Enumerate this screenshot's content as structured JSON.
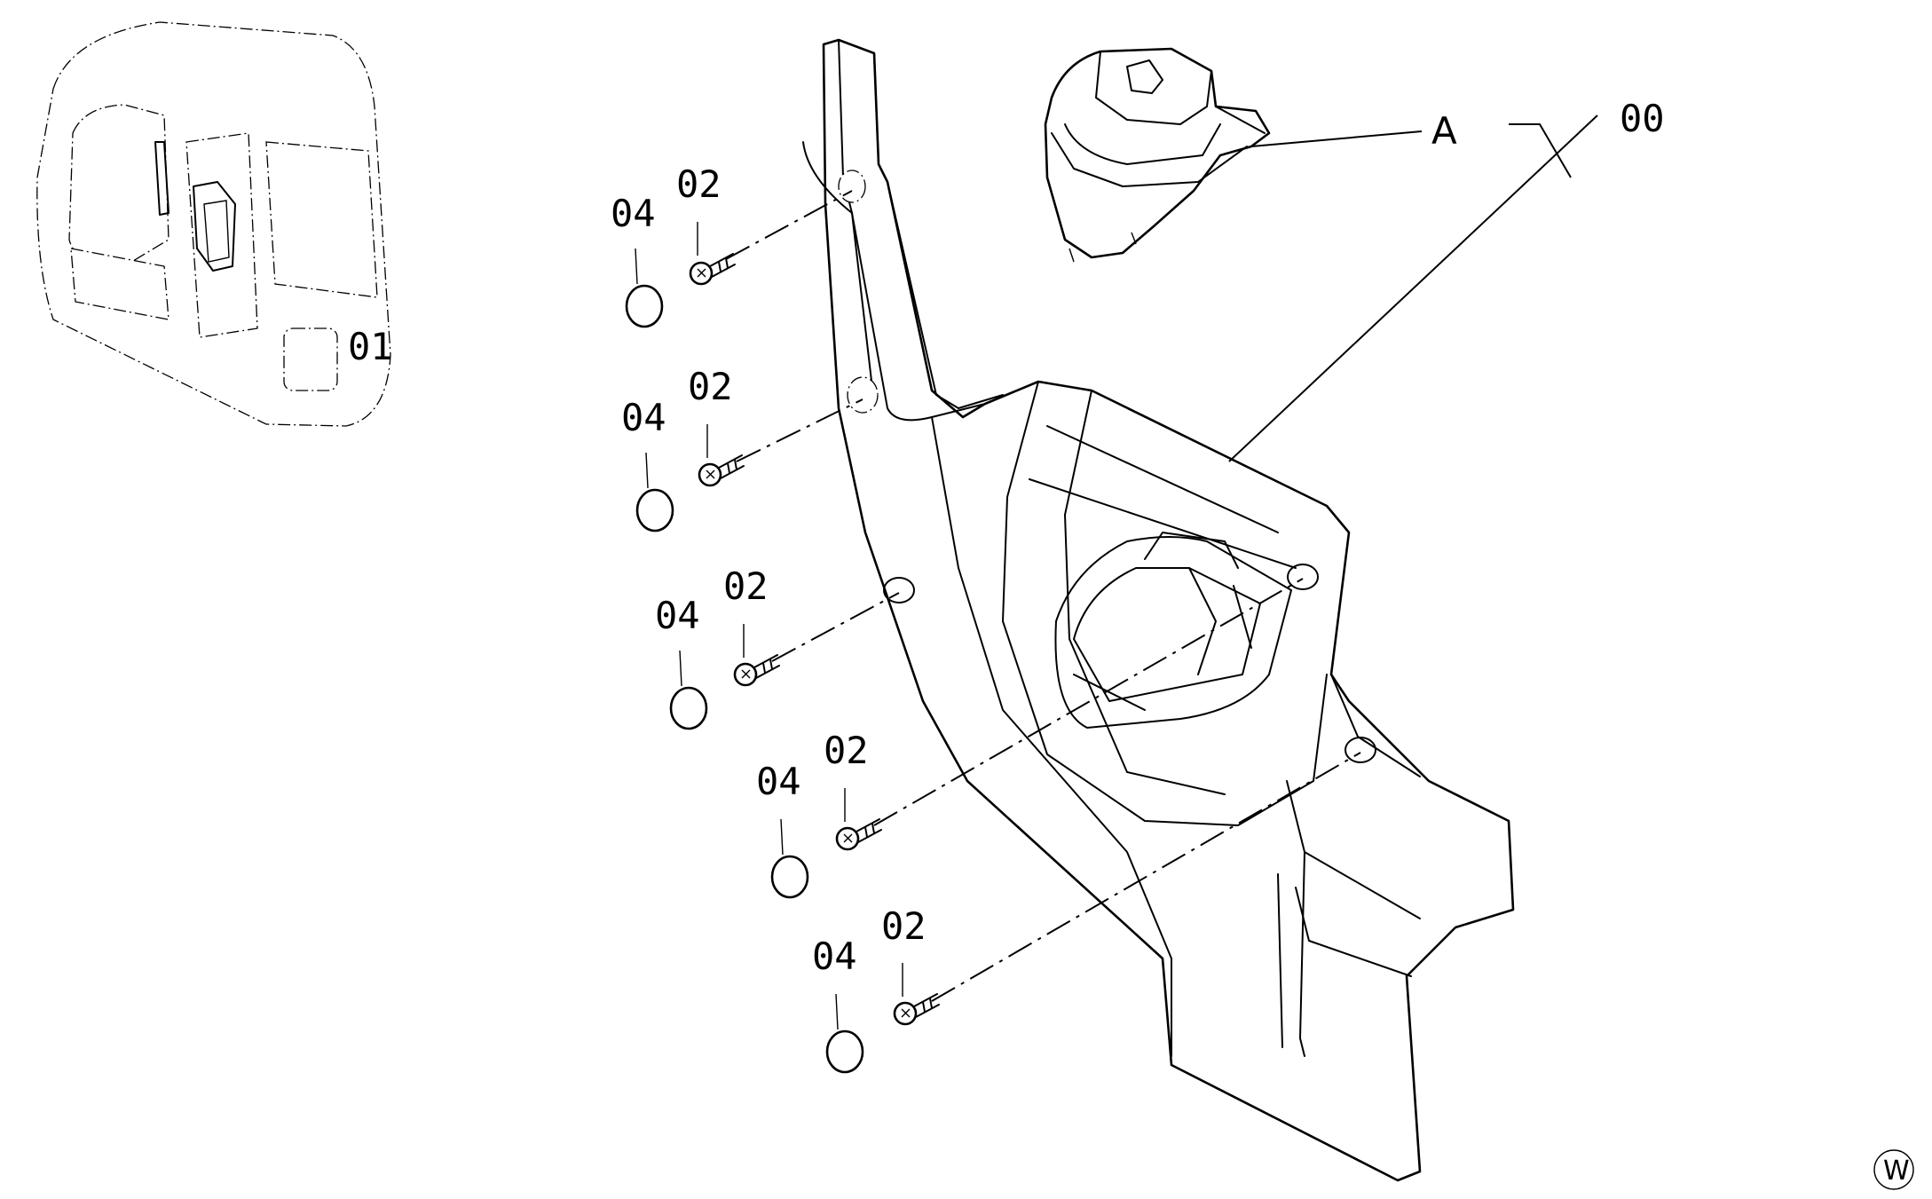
{
  "diagram": {
    "callouts": {
      "assembly": "00",
      "assembly_detail": "A",
      "screw_label": "02",
      "cap_label": "04",
      "cab_view_label": "01",
      "corner_mark": "W"
    },
    "fasteners": [
      {
        "screw": "02",
        "cap": "04"
      },
      {
        "screw": "02",
        "cap": "04"
      },
      {
        "screw": "02",
        "cap": "04"
      },
      {
        "screw": "02",
        "cap": "04"
      },
      {
        "screw": "02",
        "cap": "04"
      }
    ]
  }
}
